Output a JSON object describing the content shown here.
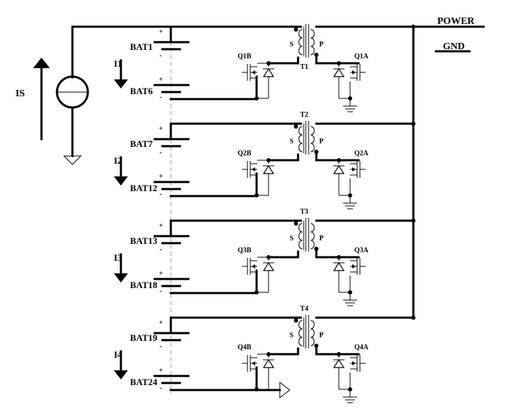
{
  "labels": {
    "power": "POWER",
    "gnd": "GND",
    "source_current": "IS",
    "plus": "+",
    "minus": "-",
    "primary": "P",
    "secondary": "S"
  },
  "cells": [
    {
      "current": "I1",
      "bat_top": "BAT1",
      "bat_bottom": "BAT6",
      "transformer": "T1",
      "switch_b": "Q1B",
      "switch_a": "Q1A"
    },
    {
      "current": "I2",
      "bat_top": "BAT7",
      "bat_bottom": "BAT12",
      "transformer": "T2",
      "switch_b": "Q2B",
      "switch_a": "Q2A"
    },
    {
      "current": "I3",
      "bat_top": "BAT13",
      "bat_bottom": "BAT18",
      "transformer": "T3",
      "switch_b": "Q3B",
      "switch_a": "Q3A"
    },
    {
      "current": "I4",
      "bat_top": "BAT19",
      "bat_bottom": "BAT24",
      "transformer": "T4",
      "switch_b": "Q4B",
      "switch_a": "Q4A"
    }
  ]
}
